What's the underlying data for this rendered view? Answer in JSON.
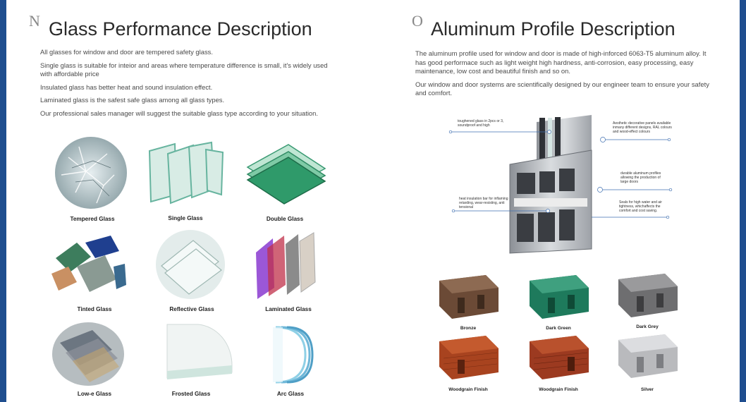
{
  "left_page": {
    "letter": "N",
    "title": "Glass Performance Description",
    "paragraphs": [
      "All glasses for window and door are tempered safety glass.",
      "Single glass is suitable for inteior and areas where temperature difference is small, it's widely used with affordable price",
      "Insulated glass has better heat and sound insulation effect.",
      "Laminated glass is the safest safe glass among all glass types.",
      "Our professional sales manager will suggest the suitable glass type according to your situation."
    ],
    "glass_types": [
      {
        "label": "Tempered Glass",
        "icon": "tempered-glass-image"
      },
      {
        "label": "Single Glass",
        "icon": "single-glass-image"
      },
      {
        "label": "Double Glass",
        "icon": "double-glass-image"
      },
      {
        "label": "Tinted Glass",
        "icon": "tinted-glass-image"
      },
      {
        "label": "Reflective Glass",
        "icon": "reflective-glass-image"
      },
      {
        "label": "Laminated Glass",
        "icon": "laminated-glass-image"
      },
      {
        "label": "Low-e Glass",
        "icon": "low-e-glass-image"
      },
      {
        "label": "Frosted Glass",
        "icon": "frosted-glass-image"
      },
      {
        "label": "Arc Glass",
        "icon": "arc-glass-image"
      }
    ]
  },
  "right_page": {
    "letter": "O",
    "title": "Aluminum Profile Description",
    "paragraphs": [
      "The aluminum profile used for window and door is made of high-inforced 6063-T5 aluminum alloy. It has good performace such as light weight high hardness, anti-corrosion, easy processing, easy maintenance, low cost and beautiful finish and so on.",
      "Our window and door systems are scientifically designed by our engineer team to ensure your safety and comfort."
    ],
    "callouts": {
      "glass": "toughened glass in 2pcs or 3, soundproof and high",
      "insulation": "heat insulation bar for inflaming retarding, wear-resisting, anti tensional",
      "panels": "Aesthetic decorative panels available inmany different designs, RAL colours and wood-effect colours",
      "durable": "durable aluminum profiles allowing the production of large doors",
      "seals": "Seals for high water and air tightness, whichaffects the comfort and cost saving."
    },
    "finishes": [
      {
        "label": "Bronze",
        "color": "#6b4a36"
      },
      {
        "label": "Dark Green",
        "color": "#1e7a5c"
      },
      {
        "label": "Dark Grey",
        "color": "#6e6e70"
      },
      {
        "label": "Woodgrain Finish",
        "color": "#a8431f"
      },
      {
        "label": "Woodgrain Finish",
        "color": "#9c3a20"
      },
      {
        "label": "Silver",
        "color": "#b9babd"
      }
    ]
  },
  "colors": {
    "side_bar": "#1f4e8f",
    "callout_line": "#3f6fb0"
  }
}
